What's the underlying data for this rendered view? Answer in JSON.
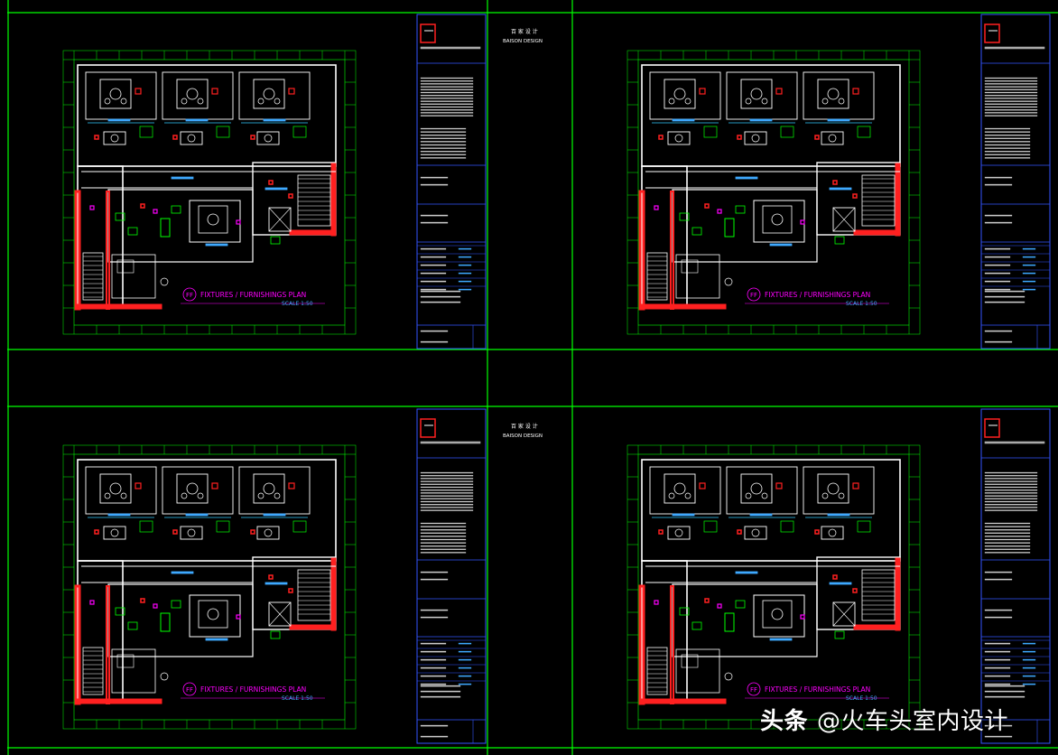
{
  "drawing": {
    "colors": {
      "background": "#000000",
      "viewport_border": "#00ff00",
      "wall": "#ffffff",
      "hatch": "#ff2020",
      "dimension": "#00ff00",
      "text": "#3fa9ff",
      "accent": "#ff00ff",
      "glass": "#33ccff"
    },
    "sheets": [
      {
        "title": "FIXTURES / FURNISHINGS  PLAN",
        "code": "FF",
        "scale": "SCALE 1:50",
        "brand_cn": "百 家 设 计",
        "brand_en": "BAISON DESIGN"
      },
      {
        "title": "FIXTURES / FURNISHINGS  PLAN",
        "code": "FF",
        "scale": "SCALE 1:50",
        "brand_cn": "",
        "brand_en": ""
      },
      {
        "title": "FIXTURES / FURNISHINGS  PLAN",
        "code": "FF",
        "scale": "SCALE 1:50",
        "brand_cn": "百 家 设 计",
        "brand_en": "BAISON DESIGN"
      },
      {
        "title": "FIXTURES / FURNISHINGS  PLAN",
        "code": "FF",
        "scale": "SCALE 1:50",
        "brand_cn": "",
        "brand_en": ""
      }
    ]
  },
  "watermark": {
    "brand": "头条",
    "handle": "@火车头室内设计"
  }
}
